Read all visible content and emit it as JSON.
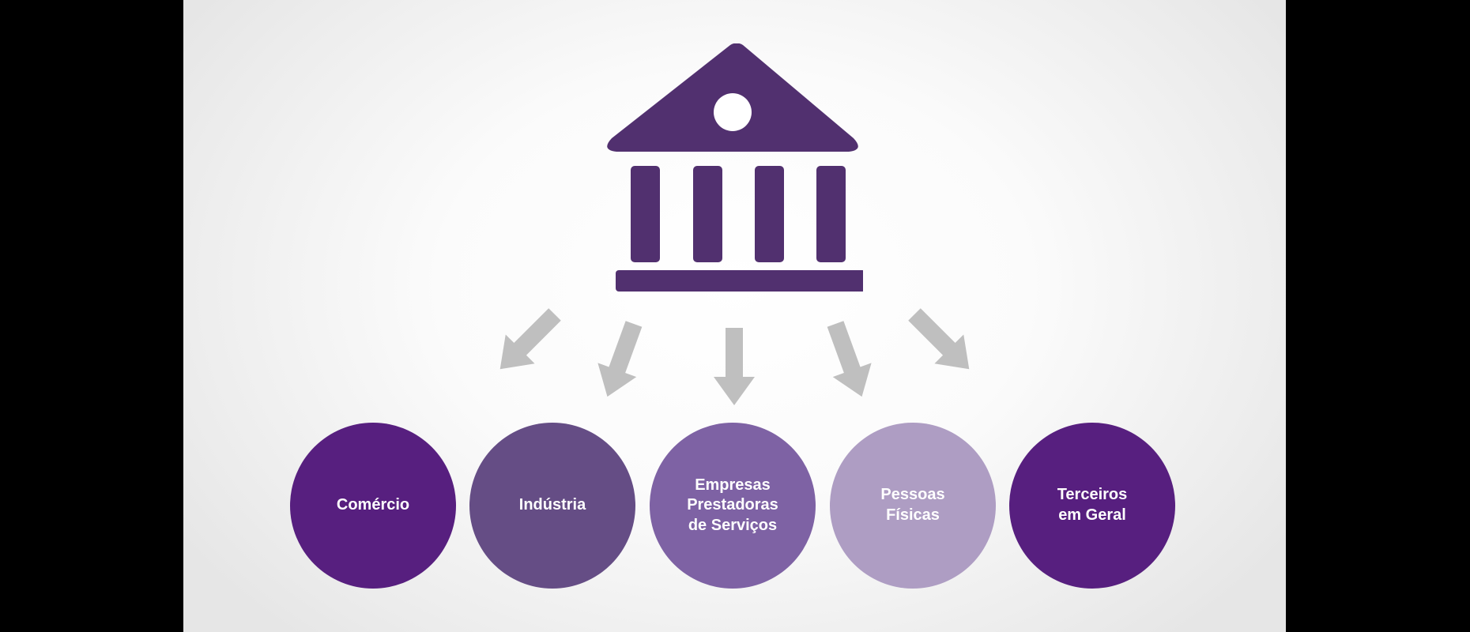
{
  "colors": {
    "building": "#51306f",
    "arrow": "#bfbfbf",
    "text": "#ffffff"
  },
  "icons": {
    "central": "bank-building-icon",
    "arrow": "arrow-down-icon"
  },
  "categories": [
    {
      "label": "Comércio",
      "color": "#571f7f"
    },
    {
      "label": "Indústria",
      "color": "#654d85"
    },
    {
      "label": "Empresas\nPrestadoras\nde Serviços",
      "color": "#7e62a4"
    },
    {
      "label": "Pessoas\nFísicas",
      "color": "#ae9dc3"
    },
    {
      "label": "Terceiros\nem Geral",
      "color": "#571f7f"
    }
  ]
}
